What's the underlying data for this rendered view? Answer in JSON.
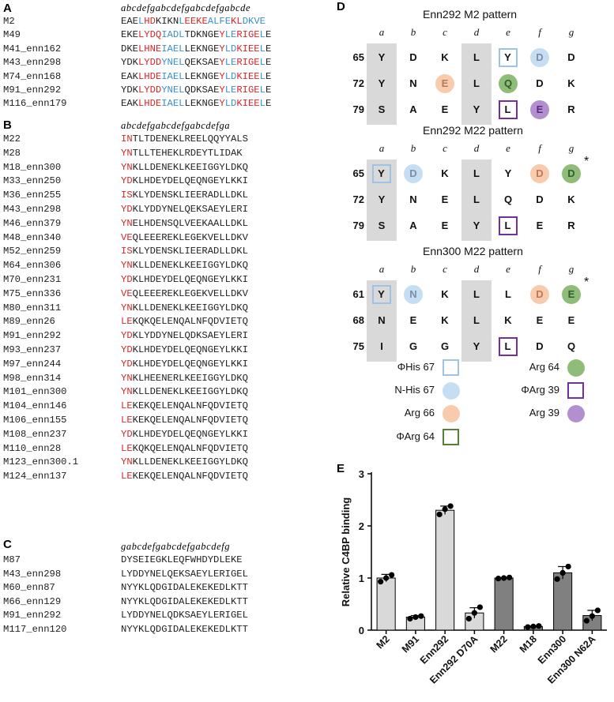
{
  "panelA": {
    "letter": "A",
    "header": "abcdefgabcdefgabcdefgabcde",
    "rows": [
      {
        "name": "M2",
        "seq": [
          [
            "EAE",
            ""
          ],
          [
            "L",
            "b"
          ],
          [
            "HD",
            "r"
          ],
          [
            "KIKN",
            ""
          ],
          [
            "L",
            "b"
          ],
          [
            "EEKE",
            "r"
          ],
          [
            "ALFE",
            "b"
          ],
          [
            "KL",
            "r"
          ],
          [
            "DK",
            "b"
          ],
          [
            "VE",
            "b"
          ]
        ]
      },
      {
        "name": "M49",
        "seq": [
          [
            "EKE",
            ""
          ],
          [
            "LYDQ",
            "r"
          ],
          [
            "IAD",
            "b"
          ],
          [
            "L",
            "b"
          ],
          [
            "TDKNGE",
            ""
          ],
          [
            "Y",
            "r"
          ],
          [
            "LE",
            "b"
          ],
          [
            "RIGE",
            "r"
          ],
          [
            "L",
            "b"
          ],
          [
            "E",
            ""
          ]
        ]
      },
      {
        "name": "M41_enn162",
        "seq": [
          [
            "DKE",
            ""
          ],
          [
            "LHNE",
            "r"
          ],
          [
            "IAE",
            "b"
          ],
          [
            "L",
            "b"
          ],
          [
            "LEKNGE",
            ""
          ],
          [
            "Y",
            "r"
          ],
          [
            "LD",
            "b"
          ],
          [
            "KIEE",
            "r"
          ],
          [
            "L",
            "b"
          ],
          [
            "E",
            ""
          ]
        ]
      },
      {
        "name": "M43_enn298",
        "seq": [
          [
            "YDK",
            ""
          ],
          [
            "LYDD",
            "r"
          ],
          [
            "YNE",
            "b"
          ],
          [
            "L",
            "b"
          ],
          [
            "QEKSAE",
            ""
          ],
          [
            "Y",
            "r"
          ],
          [
            "LE",
            "b"
          ],
          [
            "RIGE",
            "r"
          ],
          [
            "L",
            "b"
          ],
          [
            "E",
            ""
          ]
        ]
      },
      {
        "name": "M74_enn168",
        "seq": [
          [
            "EAK",
            ""
          ],
          [
            "LHDE",
            "r"
          ],
          [
            "IAE",
            "b"
          ],
          [
            "L",
            "b"
          ],
          [
            "LEKNGE",
            ""
          ],
          [
            "Y",
            "r"
          ],
          [
            "LD",
            "b"
          ],
          [
            "KIEE",
            "r"
          ],
          [
            "L",
            "b"
          ],
          [
            "E",
            ""
          ]
        ]
      },
      {
        "name": "M91_enn292",
        "seq": [
          [
            "YDK",
            ""
          ],
          [
            "LYDD",
            "r"
          ],
          [
            "YNE",
            "b"
          ],
          [
            "L",
            "b"
          ],
          [
            "QDKSAE",
            ""
          ],
          [
            "Y",
            "r"
          ],
          [
            "LE",
            "b"
          ],
          [
            "RIGE",
            "r"
          ],
          [
            "L",
            "b"
          ],
          [
            "E",
            ""
          ]
        ]
      },
      {
        "name": "M116_enn179",
        "seq": [
          [
            "EAK",
            ""
          ],
          [
            "LHDE",
            "r"
          ],
          [
            "IAE",
            "b"
          ],
          [
            "L",
            "b"
          ],
          [
            "LEKNGE",
            ""
          ],
          [
            "Y",
            "r"
          ],
          [
            "LD",
            "b"
          ],
          [
            "KIEE",
            "r"
          ],
          [
            "L",
            "b"
          ],
          [
            "E",
            ""
          ]
        ]
      }
    ]
  },
  "panelB": {
    "letter": "B",
    "header": "abcdefgabcdefgabcdefga",
    "rows": [
      {
        "name": "M22",
        "seq": [
          [
            "IN",
            "r"
          ],
          [
            "TLTDENEKLREELQQYYALS",
            ""
          ]
        ]
      },
      {
        "name": "M28",
        "seq": [
          [
            "YN",
            "r"
          ],
          [
            "TLLTEHEKLRDEYTLIDAK",
            ""
          ]
        ]
      },
      {
        "name": "M18_enn300",
        "seq": [
          [
            "YN",
            "r"
          ],
          [
            "KLLDENEKLKEEIGGYLDKQ",
            ""
          ]
        ]
      },
      {
        "name": "M33_enn250",
        "seq": [
          [
            "YD",
            "r"
          ],
          [
            "KLHDEYDELQEQNGEYLKKI",
            ""
          ]
        ]
      },
      {
        "name": "M36_enn255",
        "seq": [
          [
            "IS",
            "r"
          ],
          [
            "KLYDENSKLIEERADLLDKL",
            ""
          ]
        ]
      },
      {
        "name": "M43_enn298",
        "seq": [
          [
            "YD",
            "r"
          ],
          [
            "KLYDDYNELQEKSAEYLERI",
            ""
          ]
        ]
      },
      {
        "name": "M46_enn379",
        "seq": [
          [
            "YN",
            "r"
          ],
          [
            "ELHDENSQLVEEKAALLDKL",
            ""
          ]
        ]
      },
      {
        "name": "M48_enn340",
        "seq": [
          [
            "VE",
            "r"
          ],
          [
            "QLEEEREKLEGEKVELLDKV",
            ""
          ]
        ]
      },
      {
        "name": "M52_enn259",
        "seq": [
          [
            "IS",
            "r"
          ],
          [
            "KLYDENSKLIEERADLLDKL",
            ""
          ]
        ]
      },
      {
        "name": "M64_enn306",
        "seq": [
          [
            "YN",
            "r"
          ],
          [
            "KLLDENEKLKEEIGGYLDKQ",
            ""
          ]
        ]
      },
      {
        "name": "M70_enn231",
        "seq": [
          [
            "YD",
            "r"
          ],
          [
            "KLHDEYDELQEQNGEYLKKI",
            ""
          ]
        ]
      },
      {
        "name": "M75_enn336",
        "seq": [
          [
            "VE",
            "r"
          ],
          [
            "QLEEEREKLEGEKVELLDKV",
            ""
          ]
        ]
      },
      {
        "name": "M80_enn311",
        "seq": [
          [
            "YN",
            "r"
          ],
          [
            "KLLDENEKLKEEIGGYLDKQ",
            ""
          ]
        ]
      },
      {
        "name": "M89_enn26",
        "seq": [
          [
            "LE",
            "r"
          ],
          [
            "KQKQELENQALNFQDVIETQ",
            ""
          ]
        ]
      },
      {
        "name": "M91_enn292",
        "seq": [
          [
            "YD",
            "r"
          ],
          [
            "KLYDDYNELQDKSAEYLERI",
            ""
          ]
        ]
      },
      {
        "name": "M93_enn237",
        "seq": [
          [
            "YD",
            "r"
          ],
          [
            "KLHDEYDELQEQNGEYLKKI",
            ""
          ]
        ]
      },
      {
        "name": "M97_enn244",
        "seq": [
          [
            "YD",
            "r"
          ],
          [
            "KLHDEYDELQEQNGEYLKKI",
            ""
          ]
        ]
      },
      {
        "name": "M98_enn314",
        "seq": [
          [
            "YN",
            "r"
          ],
          [
            "KLHEENERLKEEIGGYLDKQ",
            ""
          ]
        ]
      },
      {
        "name": "M101_enn300",
        "seq": [
          [
            "YN",
            "r"
          ],
          [
            "KLLDENEKLKEEIGGYLDKQ",
            ""
          ]
        ]
      },
      {
        "name": "M104_enn146",
        "seq": [
          [
            "LE",
            "r"
          ],
          [
            "KEKQELENQALNFQDVIETQ",
            ""
          ]
        ]
      },
      {
        "name": "M106_enn155",
        "seq": [
          [
            "LE",
            "r"
          ],
          [
            "KEKQELENQALNFQDVIETQ",
            ""
          ]
        ]
      },
      {
        "name": "M108_enn237",
        "seq": [
          [
            "YD",
            "r"
          ],
          [
            "KLHDEYDELQEQNGEYLKKI",
            ""
          ]
        ]
      },
      {
        "name": "M110_enn28",
        "seq": [
          [
            "LE",
            "r"
          ],
          [
            "KQKQELENQALNFQDVIETQ",
            ""
          ]
        ]
      },
      {
        "name": "M123_enn300.1",
        "seq": [
          [
            "YN",
            "r"
          ],
          [
            "KLLDENEKLKEEIGGYLDKQ",
            ""
          ]
        ]
      },
      {
        "name": "M124_enn137",
        "seq": [
          [
            "LE",
            "r"
          ],
          [
            "KEKQELENQALNFQDVIETQ",
            ""
          ]
        ]
      }
    ]
  },
  "panelC": {
    "letter": "C",
    "header": "gabcdefgabcdefgabcdefg",
    "rows": [
      {
        "name": "M87",
        "seq": [
          [
            "DYSEIEGKLEQFWHDYDLEKE",
            ""
          ]
        ]
      },
      {
        "name": "M43_enn298",
        "seq": [
          [
            "LYDDYNELQEKSAEYLERIGEL",
            ""
          ]
        ]
      },
      {
        "name": "M60_enn87",
        "seq": [
          [
            "NYYKLQDGIDALEKEKEDLKTT",
            ""
          ]
        ]
      },
      {
        "name": "M66_enn129",
        "seq": [
          [
            "NYYKLQDGIDALEKEKEDLKTT",
            ""
          ]
        ]
      },
      {
        "name": "M91_enn292",
        "seq": [
          [
            "LYDDYNELQDKSAEYLERIGEL",
            ""
          ]
        ]
      },
      {
        "name": "M117_enn120",
        "seq": [
          [
            "NYYKLQDGIDALEKEKEDLKTT",
            ""
          ]
        ]
      }
    ]
  },
  "panelD": {
    "letter": "D",
    "columns": [
      "a",
      "b",
      "c",
      "d",
      "e",
      "f",
      "g"
    ],
    "blocks": [
      {
        "title": "Enn292 M2 pattern",
        "rows": [
          {
            "num": "65",
            "cells": [
              "Y",
              "D",
              "K",
              "L",
              "Y",
              "D",
              "D"
            ]
          },
          {
            "num": "72",
            "cells": [
              "Y",
              "N",
              "E",
              "L",
              "Q",
              "D",
              "K"
            ]
          },
          {
            "num": "79",
            "cells": [
              "S",
              "A",
              "E",
              "Y",
              "L",
              "E",
              "R"
            ]
          }
        ],
        "star": ""
      },
      {
        "title": "Enn292 M22 pattern",
        "rows": [
          {
            "num": "65",
            "cells": [
              "Y",
              "D",
              "K",
              "L",
              "Y",
              "D",
              "D"
            ]
          },
          {
            "num": "72",
            "cells": [
              "Y",
              "N",
              "E",
              "L",
              "Q",
              "D",
              "K"
            ]
          },
          {
            "num": "79",
            "cells": [
              "S",
              "A",
              "E",
              "Y",
              "L",
              "E",
              "R"
            ]
          }
        ],
        "star": "*"
      },
      {
        "title": "Enn300 M22 pattern",
        "rows": [
          {
            "num": "61",
            "cells": [
              "Y",
              "N",
              "K",
              "L",
              "L",
              "D",
              "E"
            ]
          },
          {
            "num": "68",
            "cells": [
              "N",
              "E",
              "K",
              "L",
              "K",
              "E",
              "E"
            ]
          },
          {
            "num": "75",
            "cells": [
              "I",
              "G",
              "G",
              "Y",
              "L",
              "D",
              "Q"
            ]
          }
        ],
        "star": "*"
      }
    ],
    "legend": [
      {
        "label": "ΦHis 67",
        "style": "square",
        "color": "#9dc3e6"
      },
      {
        "label": "N-His 67",
        "style": "circle",
        "color": "#c6def1"
      },
      {
        "label": "Arg 66",
        "style": "circle",
        "color": "#f8cbad"
      },
      {
        "label": "ΦArg 64",
        "style": "square",
        "color": "#548235"
      },
      {
        "label": "Arg 64",
        "style": "circle",
        "color": "#8fbc79"
      },
      {
        "label": "ΦArg 39",
        "style": "square",
        "color": "#7030a0"
      },
      {
        "label": "Arg 39",
        "style": "circle",
        "color": "#b38fd0"
      }
    ]
  },
  "chart_data": {
    "type": "bar",
    "panel_letter": "E",
    "ylabel": "Relative C4BP binding",
    "ylim": [
      0,
      3
    ],
    "yticks": [
      "0",
      "1",
      "2",
      "3"
    ],
    "categories": [
      "M2",
      "M91",
      "Enn292",
      "Enn292 D70A",
      "M22",
      "M18",
      "Enn300",
      "Enn300 N62A"
    ],
    "values": [
      1.0,
      0.25,
      2.3,
      0.33,
      1.0,
      0.07,
      1.1,
      0.28
    ],
    "errors": [
      0.07,
      0.03,
      0.08,
      0.1,
      0.01,
      0.01,
      0.12,
      0.1
    ],
    "points": [
      [
        0.93,
        1.0,
        1.06
      ],
      [
        0.22,
        0.25,
        0.27
      ],
      [
        2.22,
        2.32,
        2.38
      ],
      [
        0.22,
        0.33,
        0.44
      ],
      [
        0.99,
        1.0,
        1.01
      ],
      [
        0.06,
        0.07,
        0.08
      ],
      [
        0.98,
        1.1,
        1.22
      ],
      [
        0.18,
        0.27,
        0.38
      ]
    ],
    "bar_colors": [
      "#d9d9d9",
      "#d9d9d9",
      "#d9d9d9",
      "#d9d9d9",
      "#808080",
      "#808080",
      "#808080",
      "#808080"
    ],
    "grid": false,
    "legend": ""
  }
}
